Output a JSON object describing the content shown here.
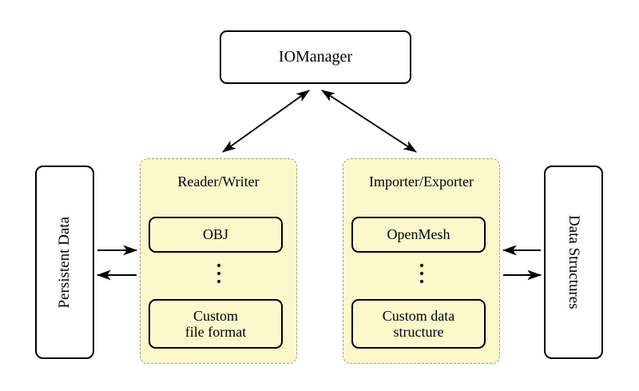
{
  "diagram": {
    "title_box": {
      "label": "IOManager",
      "name": "io-manager-box"
    },
    "panels": [
      {
        "title": "Reader/Writer",
        "name": "reader-writer-panel",
        "items": [
          {
            "label": "OBJ",
            "name": "obj-box"
          },
          {
            "label": "Custom\nfile format",
            "name": "custom-file-format-box"
          }
        ],
        "ellipsis": "vertical-ellipsis"
      },
      {
        "title": "Importer/Exporter",
        "name": "importer-exporter-panel",
        "items": [
          {
            "label": "OpenMesh",
            "name": "openmesh-box"
          },
          {
            "label": "Custom data\nstructure",
            "name": "custom-data-structure-box"
          }
        ],
        "ellipsis": "vertical-ellipsis"
      }
    ],
    "side_boxes": [
      {
        "label": "Persistent Data",
        "name": "persistent-data-box",
        "orientation": "vertical-bottom-to-top",
        "side": "left"
      },
      {
        "label": "Data Structures",
        "name": "data-structures-box",
        "orientation": "vertical-top-to-bottom",
        "side": "right"
      }
    ],
    "connectors": [
      {
        "name": "io-manager-to-reader-writer",
        "from": "IOManager",
        "to": "Reader/Writer",
        "style": "double-headed-arrow"
      },
      {
        "name": "io-manager-to-importer-exporter",
        "from": "IOManager",
        "to": "Importer/Exporter",
        "style": "double-headed-arrow"
      },
      {
        "name": "persistent-data-to-reader-writer",
        "from": "Persistent Data",
        "to": "Reader/Writer",
        "style": "single-arrow-right"
      },
      {
        "name": "reader-writer-to-persistent-data",
        "from": "Reader/Writer",
        "to": "Persistent Data",
        "style": "single-arrow-left"
      },
      {
        "name": "data-structures-to-importer-exporter",
        "from": "Data Structures",
        "to": "Importer/Exporter",
        "style": "single-arrow-left"
      },
      {
        "name": "importer-exporter-to-data-structures",
        "from": "Importer/Exporter",
        "to": "Data Structures",
        "style": "single-arrow-right"
      }
    ],
    "colors": {
      "panel_fill": "#fbf8cc",
      "panel_border": "#9a9a8e",
      "box_border": "#000000",
      "background": "#ffffff",
      "arrow": "#000000"
    }
  }
}
